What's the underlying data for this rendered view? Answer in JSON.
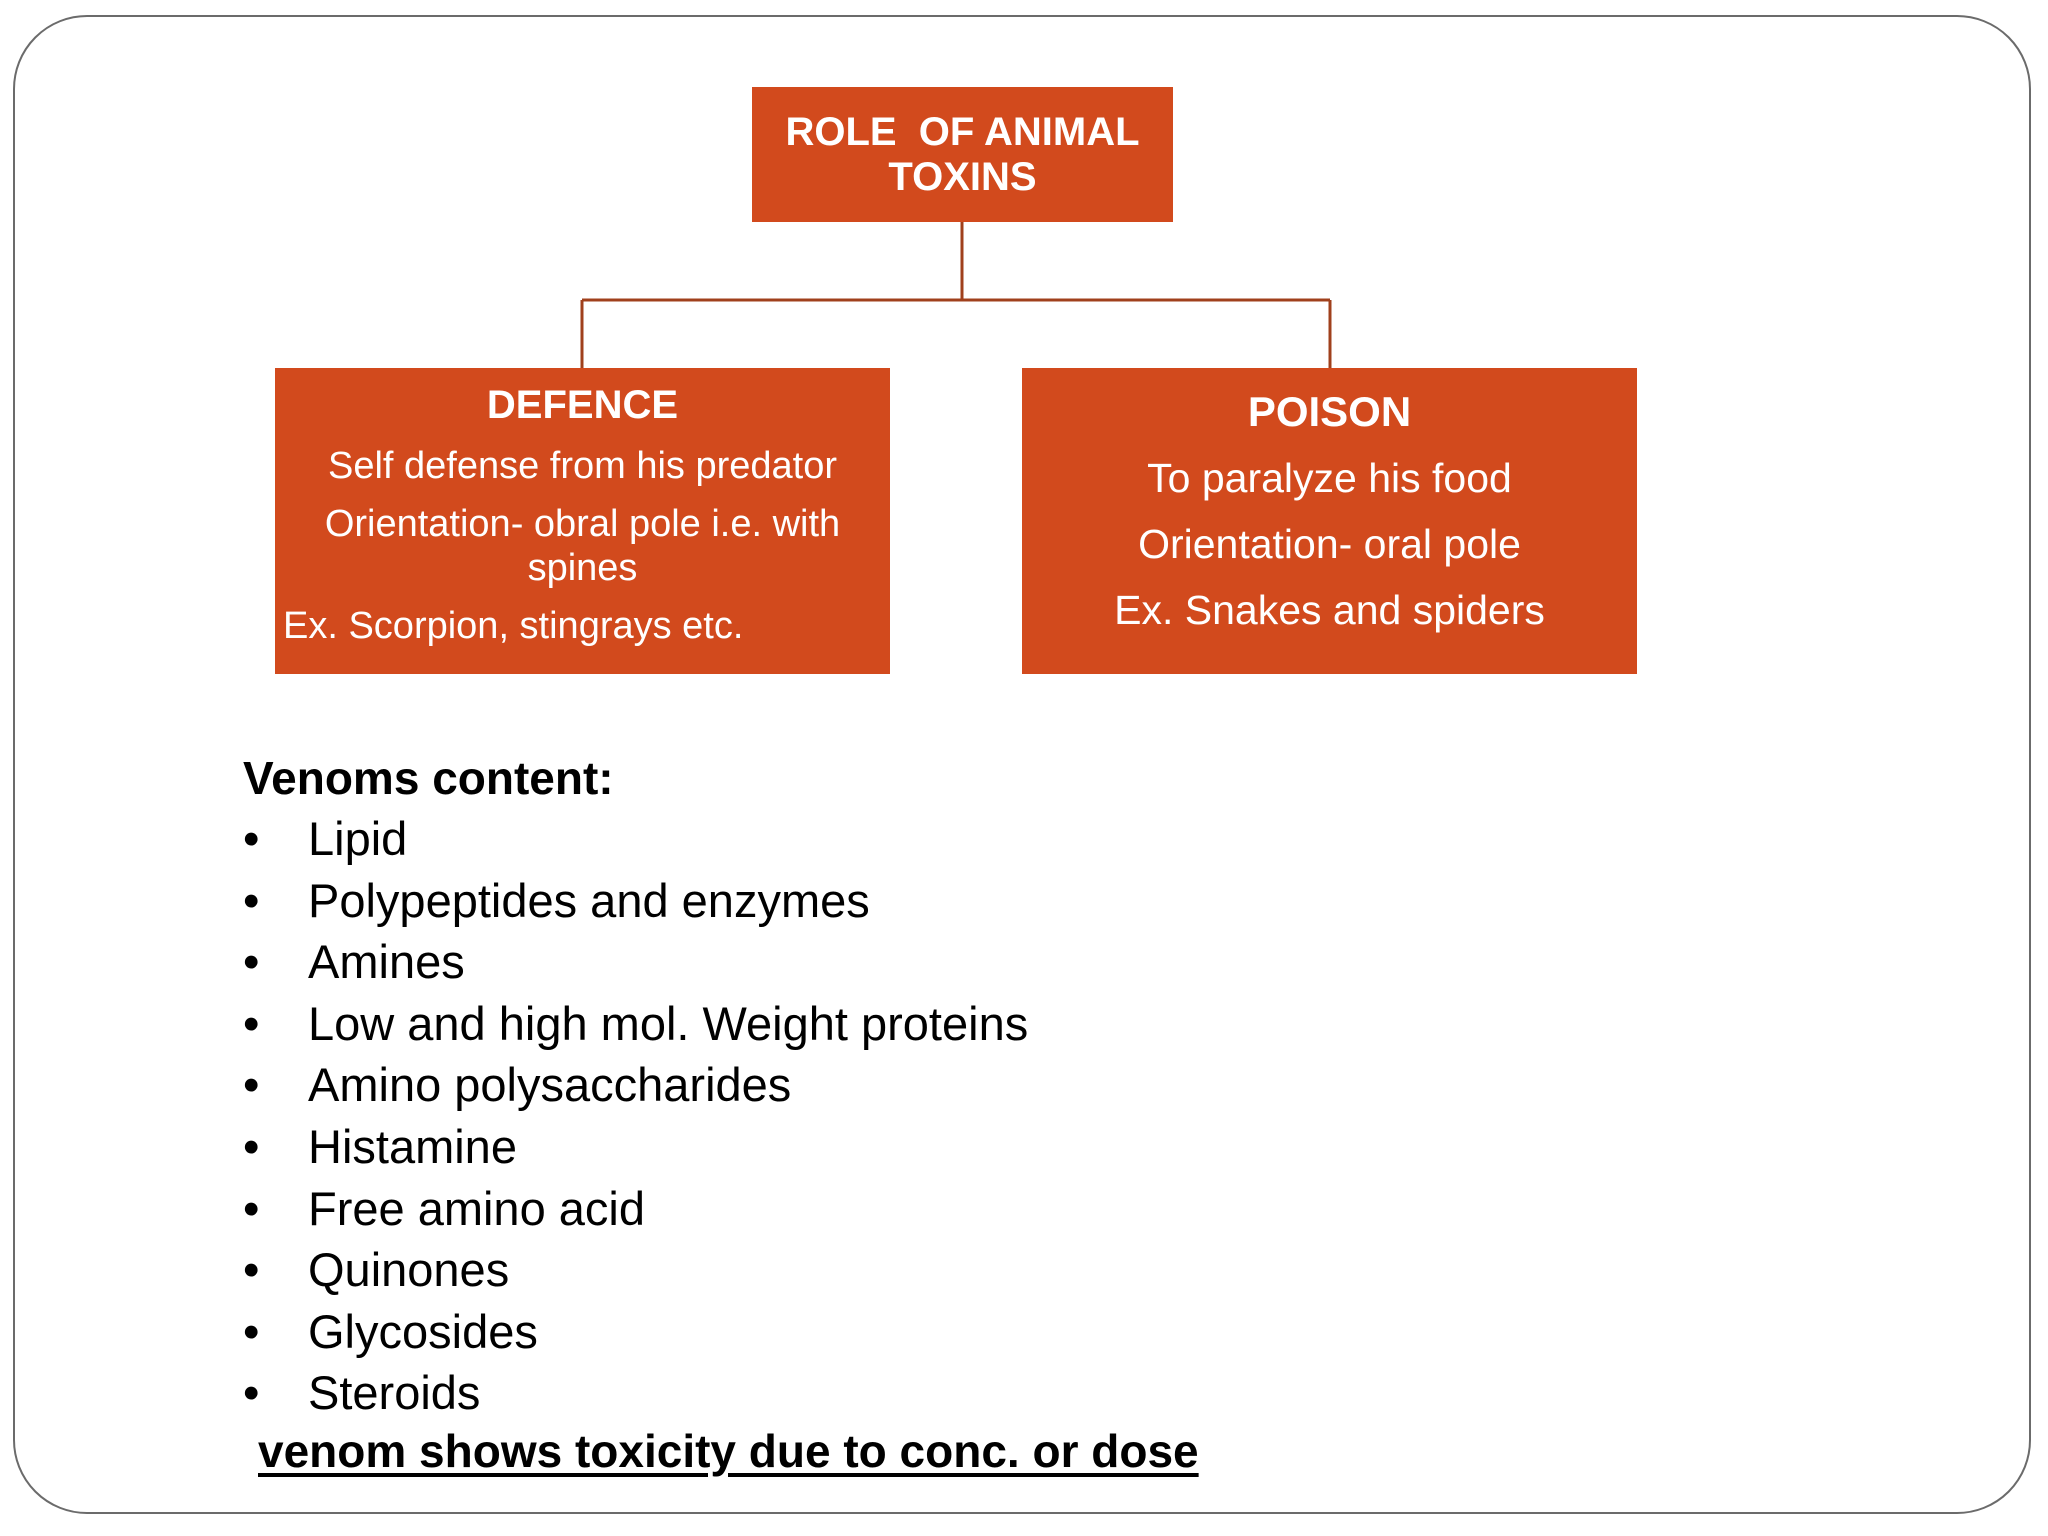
{
  "colors": {
    "box_fill": "#d24a1d",
    "box_text": "#ffffff",
    "connector": "#a0401c",
    "body_text": "#000000",
    "frame_border": "#6b6b6b"
  },
  "diagram": {
    "root": {
      "lines": [
        "ROLE  OF ANIMAL",
        "TOXINS"
      ]
    },
    "defence": {
      "heading": "DEFENCE",
      "lines": [
        "Self defense from his predator",
        "Orientation- obral pole i.e. with spines",
        "Ex. Scorpion, stingrays etc."
      ]
    },
    "poison": {
      "heading": "POISON",
      "lines": [
        "To paralyze his food",
        "Orientation- oral pole",
        "Ex. Snakes and spiders"
      ]
    }
  },
  "venoms": {
    "title": "Venoms content:",
    "bullet": "•",
    "items": [
      "Lipid",
      "Polypeptides and enzymes",
      "Amines",
      "Low and high mol. Weight proteins",
      "Amino polysaccharides",
      "Histamine",
      "Free amino acid",
      "Quinones",
      "Glycosides",
      "Steroids"
    ]
  },
  "footer_note": "venom shows toxicity due to conc. or dose"
}
